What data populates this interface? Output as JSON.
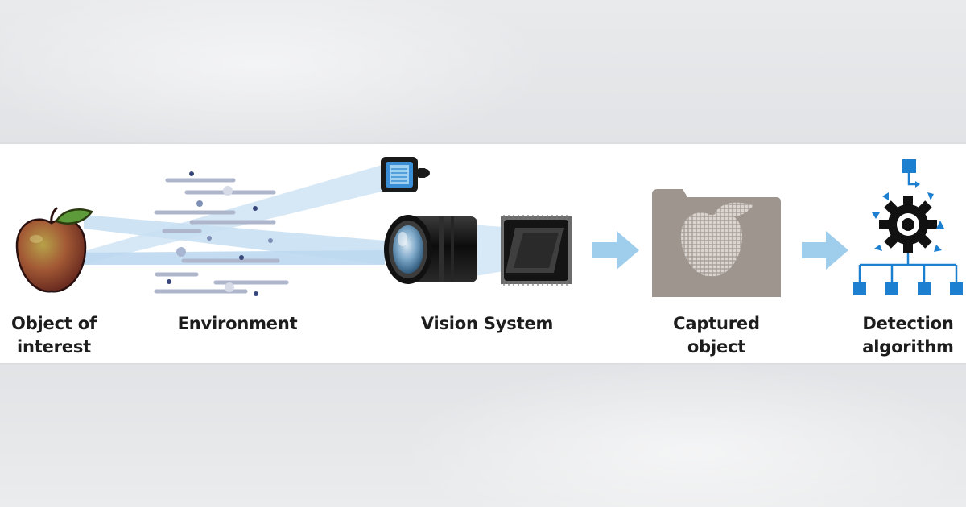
{
  "stages": [
    {
      "id": "object",
      "lines": [
        "Object of",
        "interest"
      ]
    },
    {
      "id": "environment",
      "lines": [
        "Environment"
      ]
    },
    {
      "id": "vision",
      "lines": [
        "Vision System"
      ]
    },
    {
      "id": "captured",
      "lines": [
        "Captured",
        "object"
      ]
    },
    {
      "id": "detection",
      "lines": [
        "Detection",
        "algorithm"
      ]
    }
  ],
  "icons": {
    "object": "apple-icon",
    "environment": "noise-lines-icon",
    "light": "light-source-icon",
    "lens": "camera-lens-icon",
    "sensor": "image-sensor-chip-icon",
    "arrow": "arrow-right-icon",
    "captured": "captured-image-folder-icon",
    "detection": "gear-network-icon"
  },
  "colors": {
    "accent_blue": "#1c7fcf",
    "beam_blue": "#c9e0f3",
    "arrow_blue": "#9fcdec",
    "captured_gray": "#9d958e",
    "lines_gray": "#aeb6cc",
    "dot_navy": "#37467a"
  }
}
